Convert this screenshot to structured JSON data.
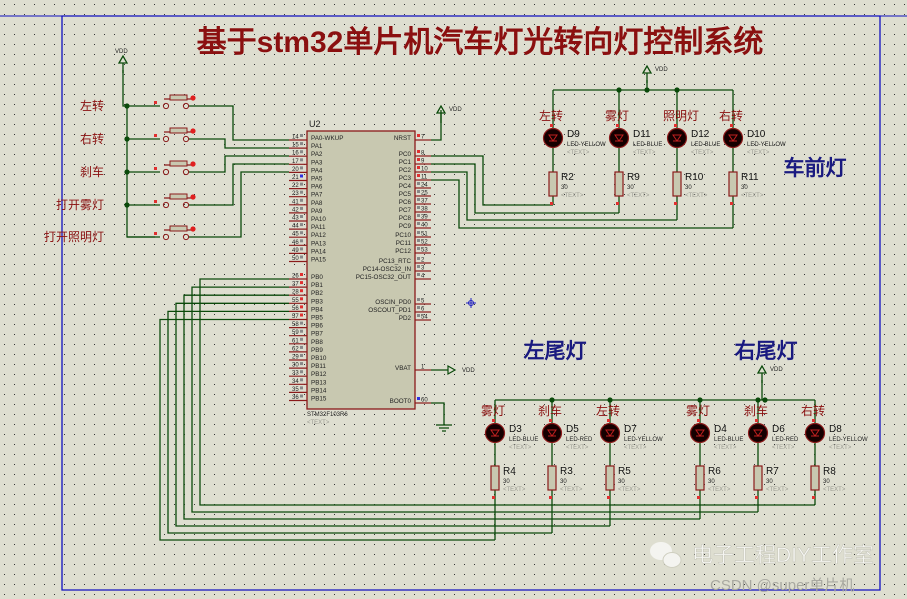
{
  "title": "基于stm32单片机汽车灯光转向灯控制系统",
  "power_label": "VDD",
  "sections": {
    "front": "车前灯",
    "left_rear": "左尾灯",
    "right_rear": "右尾灯"
  },
  "switches": [
    {
      "label": "左转"
    },
    {
      "label": "右转"
    },
    {
      "label": "刹车"
    },
    {
      "label": "打开雾灯"
    },
    {
      "label": "打开照明灯"
    }
  ],
  "chip": {
    "ref": "U2",
    "part": "STM32F103R6",
    "text": "<TEXT>",
    "left_pins": [
      [
        "14",
        "PA0-WKUP"
      ],
      [
        "15",
        "PA1"
      ],
      [
        "16",
        "PA2"
      ],
      [
        "17",
        "PA3"
      ],
      [
        "20",
        "PA4"
      ],
      [
        "21",
        "PA5"
      ],
      [
        "22",
        "PA6"
      ],
      [
        "23",
        "PA7"
      ],
      [
        "41",
        "PA8"
      ],
      [
        "42",
        "PA9"
      ],
      [
        "43",
        "PA10"
      ],
      [
        "44",
        "PA11"
      ],
      [
        "45",
        "PA12"
      ],
      [
        "46",
        "PA13"
      ],
      [
        "49",
        "PA14"
      ],
      [
        "50",
        "PA15"
      ],
      [
        "26",
        "PB0"
      ],
      [
        "27",
        "PB1"
      ],
      [
        "28",
        "PB2"
      ],
      [
        "55",
        "PB3"
      ],
      [
        "56",
        "PB4"
      ],
      [
        "57",
        "PB5"
      ],
      [
        "58",
        "PB6"
      ],
      [
        "59",
        "PB7"
      ],
      [
        "61",
        "PB8"
      ],
      [
        "62",
        "PB9"
      ],
      [
        "29",
        "PB10"
      ],
      [
        "30",
        "PB11"
      ],
      [
        "33",
        "PB12"
      ],
      [
        "34",
        "PB13"
      ],
      [
        "35",
        "PB14"
      ],
      [
        "36",
        "PB15"
      ]
    ],
    "right_pins": [
      [
        "7",
        "NRST"
      ],
      [
        "8",
        "PC0"
      ],
      [
        "9",
        "PC1"
      ],
      [
        "10",
        "PC2"
      ],
      [
        "11",
        "PC3"
      ],
      [
        "24",
        "PC4"
      ],
      [
        "25",
        "PC5"
      ],
      [
        "37",
        "PC6"
      ],
      [
        "38",
        "PC7"
      ],
      [
        "39",
        "PC8"
      ],
      [
        "40",
        "PC9"
      ],
      [
        "51",
        "PC10"
      ],
      [
        "52",
        "PC11"
      ],
      [
        "53",
        "PC12"
      ],
      [
        "2",
        "PC13_RTC"
      ],
      [
        "3",
        "PC14-OSC32_IN"
      ],
      [
        "4",
        "PC15-OSC32_OUT"
      ],
      [
        "5",
        "OSCIN_PD0"
      ],
      [
        "6",
        "OSCOUT_PD1"
      ],
      [
        "54",
        "PD2"
      ],
      [
        "1",
        "VBAT"
      ],
      [
        "60",
        "BOOT0"
      ]
    ]
  },
  "front_leds": [
    {
      "label": "左转",
      "ref": "D9",
      "type": "LED-YELLOW",
      "res": "R2",
      "val": "30"
    },
    {
      "label": "雾灯",
      "ref": "D11",
      "type": "LED-BLUE",
      "res": "R9",
      "val": "30"
    },
    {
      "label": "照明灯",
      "ref": "D12",
      "type": "LED-BLUE",
      "res": "R10",
      "val": "30"
    },
    {
      "label": "右转",
      "ref": "D10",
      "type": "LED-YELLOW",
      "res": "R11",
      "val": "30"
    }
  ],
  "rear_leds": [
    {
      "label": "雾灯",
      "ref": "D3",
      "type": "LED-BLUE",
      "res": "R4",
      "val": "30"
    },
    {
      "label": "刹车",
      "ref": "D5",
      "type": "LED-RED",
      "res": "R3",
      "val": "30"
    },
    {
      "label": "左转",
      "ref": "D7",
      "type": "LED-YELLOW",
      "res": "R5",
      "val": "30"
    },
    {
      "label": "雾灯",
      "ref": "D4",
      "type": "LED-BLUE",
      "res": "R6",
      "val": "30"
    },
    {
      "label": "刹车",
      "ref": "D6",
      "type": "LED-RED",
      "res": "R7",
      "val": "30"
    },
    {
      "label": "右转",
      "ref": "D8",
      "type": "LED-YELLOW",
      "res": "R8",
      "val": "30"
    }
  ],
  "watermark": {
    "wechat": "电子工程DIY工作室",
    "csdn": "CSDN @super单片机"
  },
  "colors": {
    "background": "#deded0",
    "title": "#8b1010",
    "section": "#1a1a80",
    "wire": "#0b4a0b",
    "frame": "#1010c0"
  }
}
